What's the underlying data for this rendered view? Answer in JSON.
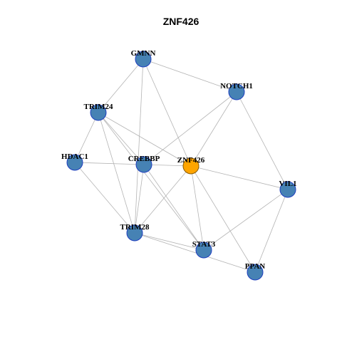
{
  "title": "ZNF426",
  "colors": {
    "node_fill": "#4682b4",
    "node_stroke": "#1f3fbf",
    "focus_fill": "#ffa500",
    "focus_stroke": "#8a5a00",
    "edge": "#b4b4b4"
  },
  "focus_node": "ZNF426",
  "nodes": [
    {
      "id": "GMNN",
      "label": "GMNN"
    },
    {
      "id": "NOTCH1",
      "label": "NOTCH1"
    },
    {
      "id": "TRIM24",
      "label": "TRIM24"
    },
    {
      "id": "HDAC1",
      "label": "HDAC1"
    },
    {
      "id": "CREBBP",
      "label": "CREBBP"
    },
    {
      "id": "ZNF426",
      "label": "ZNF426"
    },
    {
      "id": "VIL1",
      "label": "VIL1"
    },
    {
      "id": "TRIM28",
      "label": "TRIM28"
    },
    {
      "id": "STAT3",
      "label": "STAT3"
    },
    {
      "id": "PPAN",
      "label": "PPAN"
    }
  ],
  "edges": [
    [
      "GMNN",
      "NOTCH1"
    ],
    [
      "GMNN",
      "TRIM24"
    ],
    [
      "GMNN",
      "ZNF426"
    ],
    [
      "GMNN",
      "TRIM28"
    ],
    [
      "NOTCH1",
      "ZNF426"
    ],
    [
      "NOTCH1",
      "VIL1"
    ],
    [
      "NOTCH1",
      "CREBBP"
    ],
    [
      "TRIM24",
      "HDAC1"
    ],
    [
      "TRIM24",
      "CREBBP"
    ],
    [
      "TRIM24",
      "ZNF426"
    ],
    [
      "TRIM24",
      "TRIM28"
    ],
    [
      "TRIM24",
      "STAT3"
    ],
    [
      "HDAC1",
      "CREBBP"
    ],
    [
      "HDAC1",
      "TRIM28"
    ],
    [
      "CREBBP",
      "ZNF426"
    ],
    [
      "CREBBP",
      "TRIM28"
    ],
    [
      "CREBBP",
      "STAT3"
    ],
    [
      "ZNF426",
      "VIL1"
    ],
    [
      "ZNF426",
      "TRIM28"
    ],
    [
      "ZNF426",
      "STAT3"
    ],
    [
      "ZNF426",
      "PPAN"
    ],
    [
      "VIL1",
      "STAT3"
    ],
    [
      "VIL1",
      "PPAN"
    ],
    [
      "TRIM28",
      "STAT3"
    ],
    [
      "TRIM28",
      "PPAN"
    ]
  ]
}
